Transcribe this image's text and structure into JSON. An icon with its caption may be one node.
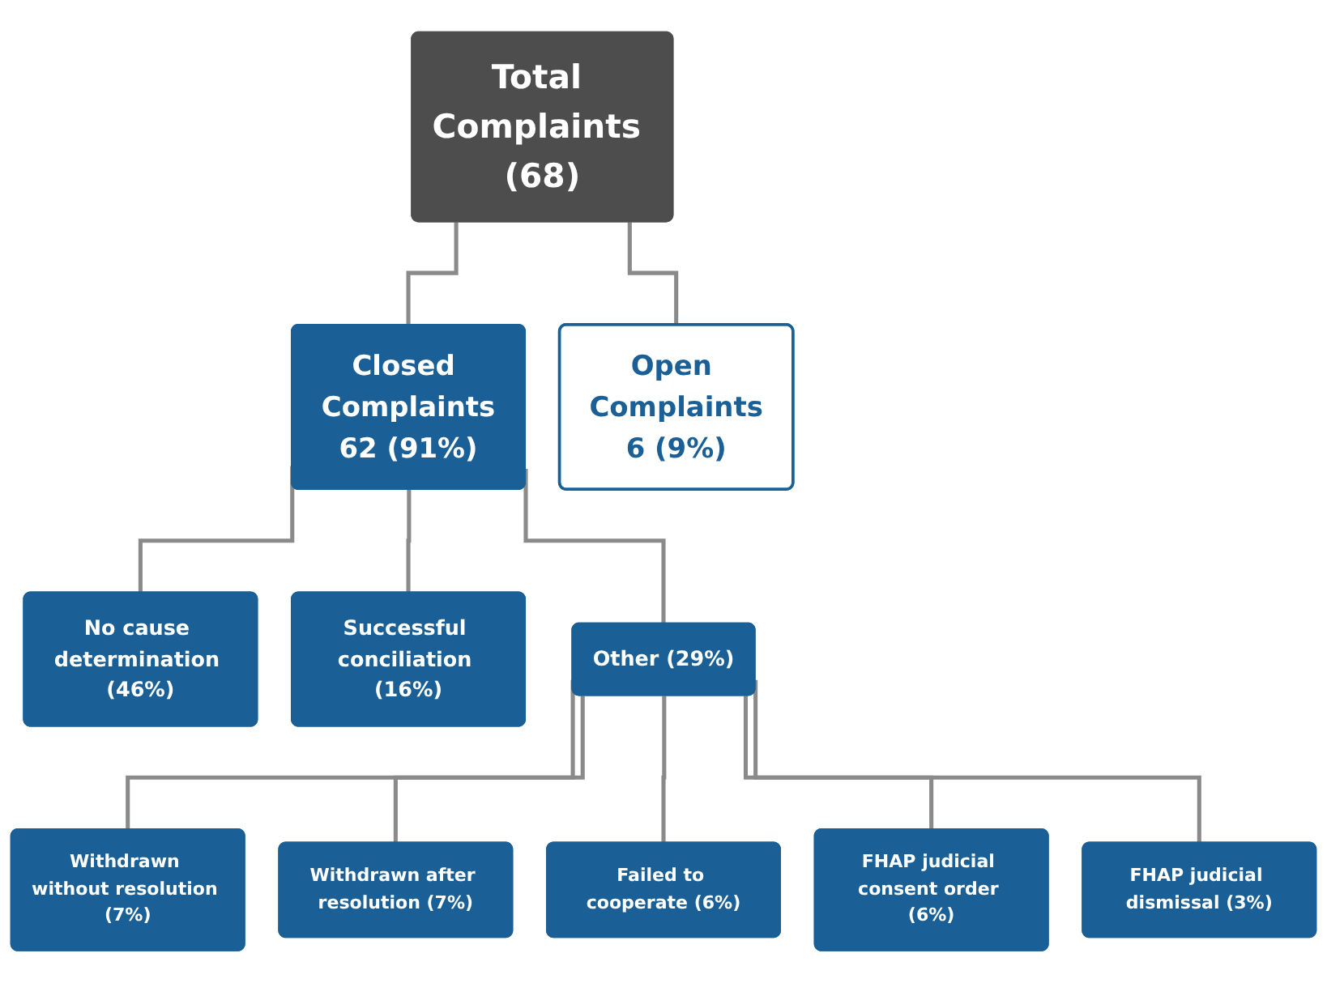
{
  "diagram": {
    "nodes": [
      {
        "text": [
          "Total Complaints (68)"
        ]
      },
      {
        "text": [
          "Closed Complaints",
          "62 (91%)"
        ]
      },
      {
        "text": [
          "Open Complaints",
          "6 (9%)"
        ]
      },
      {
        "text": [
          "No cause determination (46%)"
        ]
      },
      {
        "text": [
          "Successful conciliation (16%)"
        ]
      },
      {
        "text": [
          "Other (29%)"
        ]
      },
      {
        "text": [
          "Withdrawn without resolution (7%)"
        ]
      },
      {
        "text": [
          "Withdrawn after resolution (7%)"
        ]
      },
      {
        "text": [
          "Failed to cooperate (6%)"
        ]
      },
      {
        "text": [
          "FHAP judicial consent order (6%)"
        ]
      },
      {
        "text": [
          "FHAP judicial dismissal (3%)"
        ]
      }
    ],
    "edges": [
      {
        "from": 0,
        "to": 1,
        "arrow": "none"
      },
      {
        "from": 0,
        "to": 2,
        "arrow": "none"
      },
      {
        "from": 1,
        "to": 3,
        "arrow": "none"
      },
      {
        "from": 1,
        "to": 4,
        "arrow": "none"
      },
      {
        "from": 1,
        "to": 5,
        "arrow": "none"
      },
      {
        "from": 5,
        "to": 6,
        "arrow": "none"
      },
      {
        "from": 5,
        "to": 7,
        "arrow": "none"
      },
      {
        "from": 5,
        "to": 8,
        "arrow": "none"
      },
      {
        "from": 5,
        "to": 9,
        "arrow": "none"
      },
      {
        "from": 5,
        "to": 10,
        "arrow": "none"
      }
    ]
  }
}
